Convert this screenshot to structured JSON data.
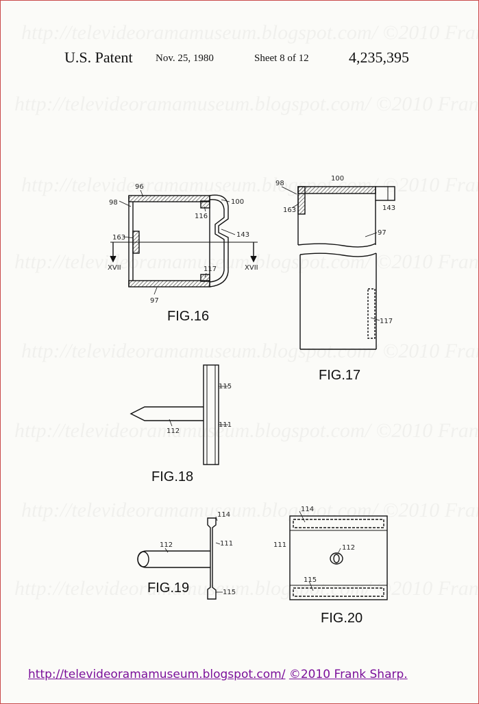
{
  "header": {
    "patent_label": "U.S. Patent",
    "date": "Nov. 25, 1980",
    "sheet": "Sheet 8 of 12",
    "patent_number": "4,235,395"
  },
  "figures": {
    "fig16": {
      "caption": "FIG.16",
      "labels": {
        "l96": "96",
        "l98": "98",
        "l100": "100",
        "l116": "116",
        "l163": "163",
        "l143": "143",
        "l117": "117",
        "l97": "97",
        "sect_left": "XVII",
        "sect_right": "XVII"
      }
    },
    "fig17": {
      "caption": "FIG.17",
      "labels": {
        "l98": "98",
        "l100": "100",
        "l163": "163",
        "l143": "143",
        "l97": "97",
        "l117": "117"
      }
    },
    "fig18": {
      "caption": "FIG.18",
      "labels": {
        "l115": "115",
        "l112": "112",
        "l111": "111"
      }
    },
    "fig19": {
      "caption": "FIG.19",
      "labels": {
        "l114": "114",
        "l112": "112",
        "l111": "111",
        "l115": "115"
      }
    },
    "fig20": {
      "caption": "FIG.20",
      "labels": {
        "l114": "114",
        "l111": "111",
        "l112": "112",
        "l115": "115"
      }
    }
  },
  "watermark": "http://televideoramamuseum.blogspot.com/ ©2010 Frank Sharp.",
  "footer": {
    "url": "http://televideoramamuseum.blogspot.com/",
    "copyright": "©2010 Frank Sharp."
  }
}
